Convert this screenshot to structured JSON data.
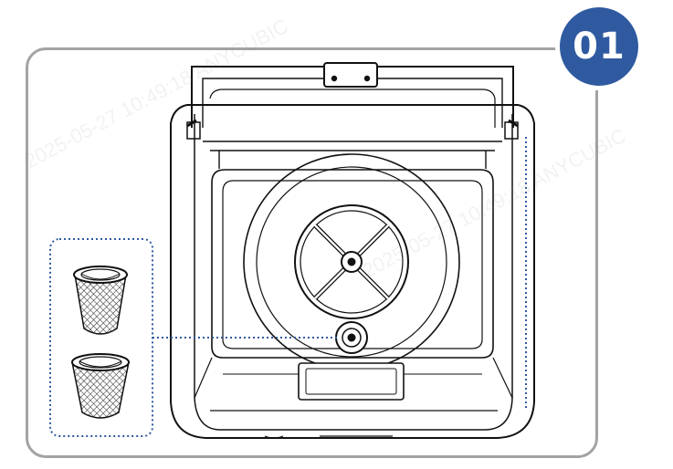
{
  "step": {
    "number": "01",
    "badge_color": "#2f5aa0"
  },
  "frame": {
    "border_color": "#a3a3a3"
  },
  "callout": {
    "line_color": "#2f5aa0"
  },
  "parts": [
    {
      "name": "filter-cup-upper"
    },
    {
      "name": "filter-cup-lower"
    }
  ],
  "watermark": {
    "text": "2025-05-27 10:49:18  ANYCUBIC"
  }
}
